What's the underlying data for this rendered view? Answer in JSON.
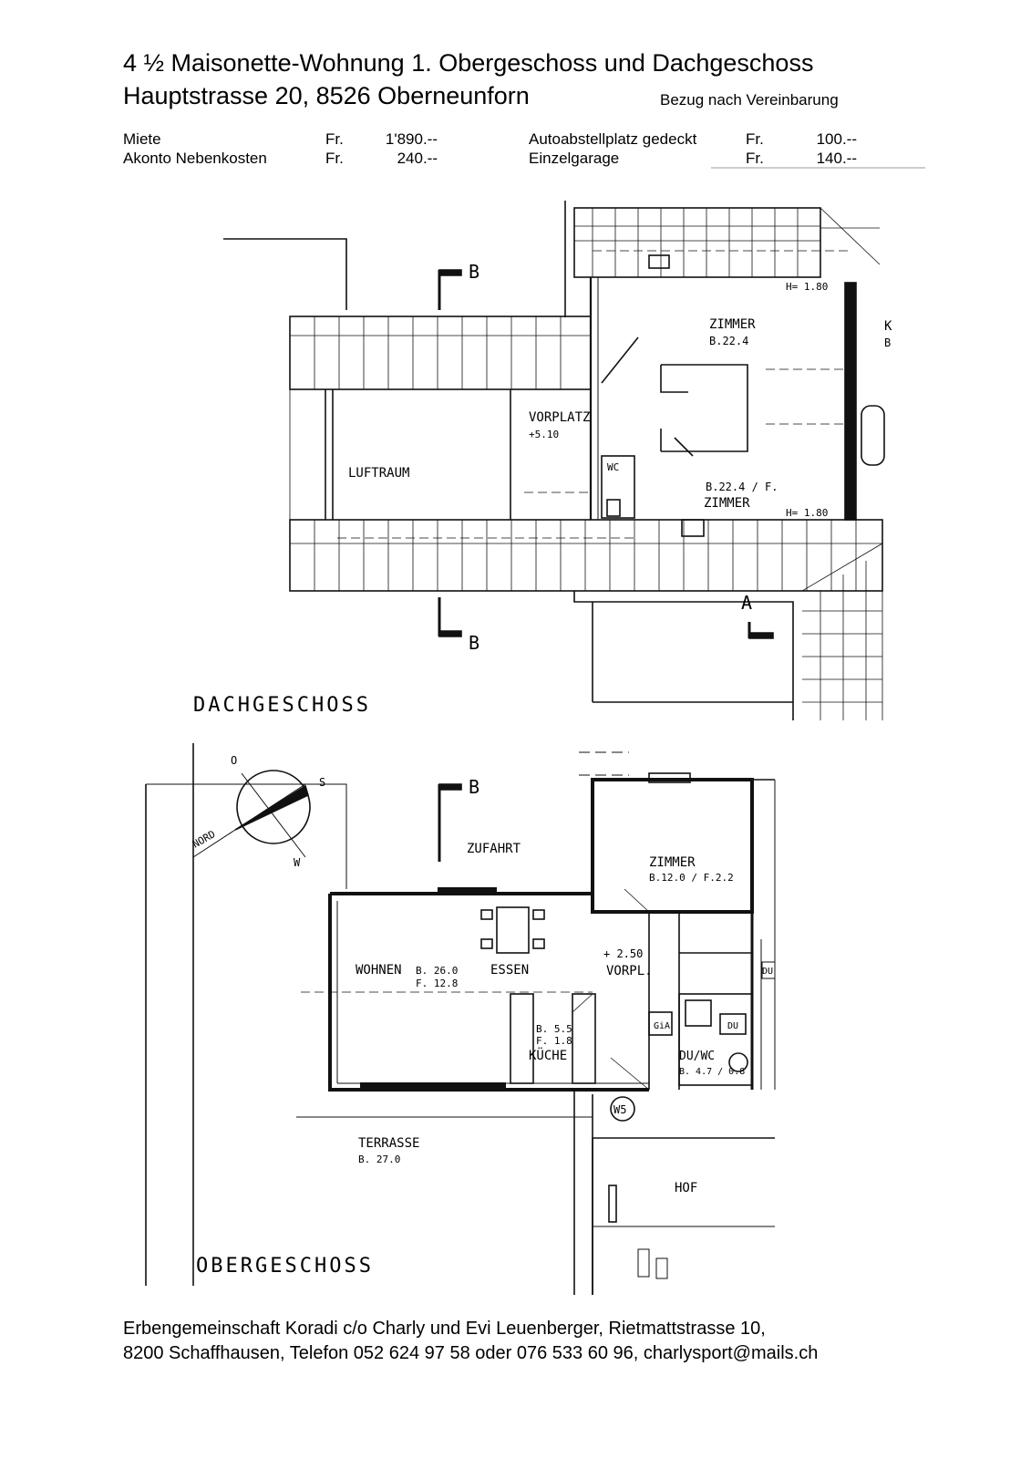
{
  "header": {
    "title_line1": "4 ½ Maisonette-Wohnung 1. Obergeschoss und Dachgeschoss",
    "title_line2": "Hauptstrasse 20, 8526 Oberneunforn",
    "availability": "Bezug nach Vereinbarung"
  },
  "pricing": {
    "left": [
      {
        "label": "Miete",
        "currency": "Fr.",
        "amount": "1'890.--"
      },
      {
        "label": "Akonto Nebenkosten",
        "currency": "Fr.",
        "amount": "240.--"
      }
    ],
    "right": [
      {
        "label": "Autoabstellplatz gedeckt",
        "currency": "Fr.",
        "amount": "100.--"
      },
      {
        "label": "Einzelgarage",
        "currency": "Fr.",
        "amount": "140.--"
      }
    ]
  },
  "plan_upper": {
    "floor_name": "DACHGESCHOSS",
    "section_mark": "B",
    "section_mark_a": "A",
    "rooms": {
      "zimmer1_name": "ZIMMER",
      "zimmer1_area": "B.22.4",
      "height1": "H= 1.80",
      "vorplatz_name": "VORPLATZ",
      "vorplatz_level": "+5.10",
      "wc": "WC",
      "luftraum": "LUFTRAUM",
      "zimmer2_area": "B.22.4 / F.",
      "zimmer2_name": "ZIMMER",
      "height2": "H= 1.80",
      "edge_k": "K",
      "edge_b": "B"
    }
  },
  "plan_lower": {
    "floor_name": "OBERGESCHOSS",
    "section_mark": "B",
    "compass": {
      "north": "NORD",
      "east": "O",
      "south": "S",
      "west": "W"
    },
    "rooms": {
      "zufahrt": "ZUFAHRT",
      "zimmer_name": "ZIMMER",
      "zimmer_area": "B.12.0 / F.2.2",
      "wohnen_name": "WOHNEN",
      "wohnen_area_b": "B. 26.0",
      "wohnen_area_f": "F. 12.8",
      "essen": "ESSEN",
      "vorpl_level": "+ 2.50",
      "vorpl": "VORPL.",
      "kueche_b": "B. 5.5",
      "kueche_f": "F. 1.8",
      "kueche": "KÜCHE",
      "gia": "GiA",
      "du": "DU",
      "du_edge": "DU",
      "duwc": "DU/WC",
      "duwc_area": "B. 4.7 / 0.8",
      "w5": "W5",
      "terrasse": "TERRASSE",
      "terrasse_area": "B. 27.0",
      "hof": "HOF"
    }
  },
  "footer": {
    "line1": "Erbengemeinschaft Koradi c/o Charly und Evi Leuenberger, Rietmattstrasse 10,",
    "line2": "8200 Schaffhausen, Telefon 052 624 97 58 oder 076 533 60 96, charlysport@mails.ch"
  }
}
